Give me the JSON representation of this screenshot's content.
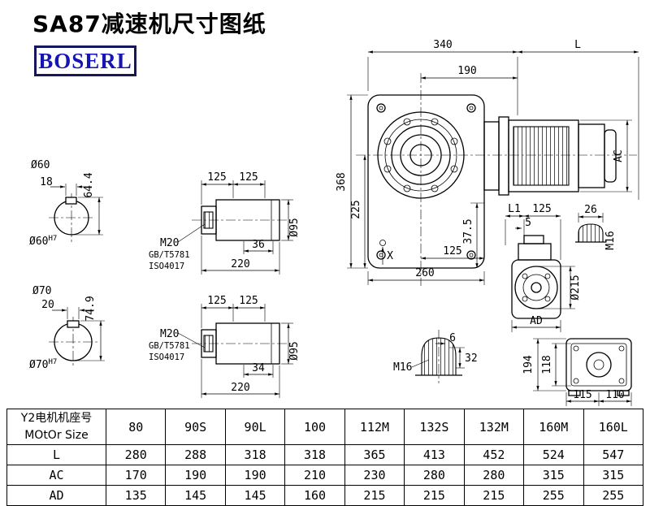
{
  "title": "SA87减速机尺寸图纸",
  "logo": {
    "text": "BOSERL"
  },
  "colors": {
    "logo_text": "#1515b5",
    "logo_border": "#16165a",
    "line": "#000000"
  },
  "main_view": {
    "dim_340": "340",
    "dim_L": "L",
    "dim_190": "190",
    "dim_368": "368",
    "dim_225": "225",
    "dim_AC": "AC",
    "dim_37_5": "37.5",
    "dim_125": "125",
    "dim_260": "260",
    "label_X": "X"
  },
  "shaft60": {
    "dia": "Ø60",
    "dim_18": "18",
    "dim_64_4": "64.4",
    "fit": "Ø60",
    "fit_sup": "H7"
  },
  "shaft70": {
    "dia": "Ø70",
    "dim_20": "20",
    "dim_74_9": "74.9",
    "fit": "Ø70",
    "fit_sup": "H7"
  },
  "hollow_top": {
    "dim_125a": "125",
    "dim_125b": "125",
    "thread": "M20",
    "std1": "GB/T5781",
    "std2": "ISO4017",
    "dim_36": "36",
    "dim_220": "220",
    "dia": "Ø95"
  },
  "hollow_bottom": {
    "dim_125a": "125",
    "dim_125b": "125",
    "thread": "M20",
    "std1": "GB/T5781",
    "std2": "ISO4017",
    "dim_34": "34",
    "dim_220": "220",
    "dia": "Ø95"
  },
  "side_view": {
    "dim_L1": "L1",
    "dim_125": "125",
    "dim_5": "5",
    "dim_26": "26",
    "thread": "M16",
    "dia_215": "Ø215",
    "dim_AD": "AD"
  },
  "key_detail": {
    "dim_6": "6",
    "dim_32": "32",
    "thread": "M16"
  },
  "rear_view": {
    "dim_194": "194",
    "dim_118": "118",
    "dim_115": "115",
    "dim_110": "110"
  },
  "table": {
    "header_cn": "Y2电机机座号",
    "header_en": "MOtOr Size",
    "sizes": [
      "80",
      "90S",
      "90L",
      "100",
      "112M",
      "132S",
      "132M",
      "160M",
      "160L"
    ],
    "rows": [
      {
        "label": "L",
        "values": [
          "280",
          "288",
          "318",
          "318",
          "365",
          "413",
          "452",
          "524",
          "547"
        ]
      },
      {
        "label": "AC",
        "values": [
          "170",
          "190",
          "190",
          "210",
          "230",
          "280",
          "280",
          "315",
          "315"
        ]
      },
      {
        "label": "AD",
        "values": [
          "135",
          "145",
          "145",
          "160",
          "215",
          "215",
          "215",
          "255",
          "255"
        ]
      }
    ]
  }
}
